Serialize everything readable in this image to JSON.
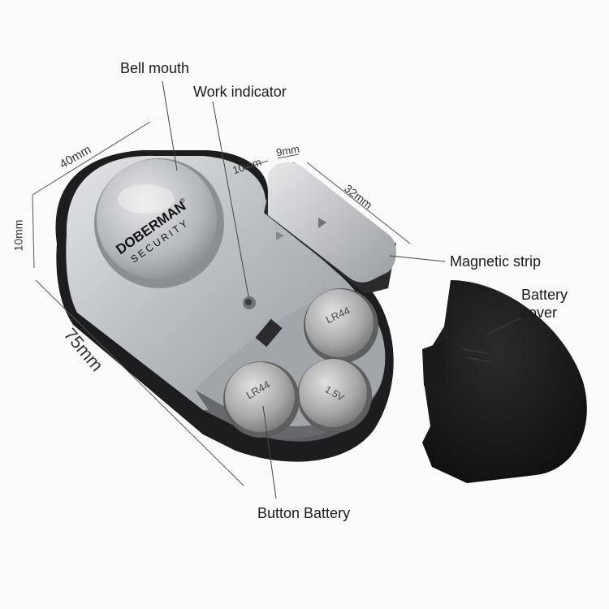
{
  "callouts": {
    "bell_mouth": "Bell mouth",
    "work_indicator": "Work indicator",
    "magnetic_strip": "Magnetic strip",
    "battery_cover_line1": "Battery",
    "battery_cover_line2": "cover",
    "button_battery": "Button Battery"
  },
  "dimensions": {
    "width": "40mm",
    "thickness": "10mm",
    "length": "75mm",
    "strip_gap": "10mm",
    "strip_thickness": "9mm",
    "strip_length": "32mm"
  },
  "brand": {
    "name": "DOBERMAN",
    "registered_mark": "®",
    "subtitle": "SECURITY"
  },
  "batteries": {
    "model": "LR44",
    "voltage": "1.5V"
  },
  "colors": {
    "body_silver": "#b9bcbf",
    "dark_shell": "#1d1d1f",
    "battery_cover": "#111113",
    "background": "#fbfbfb"
  }
}
